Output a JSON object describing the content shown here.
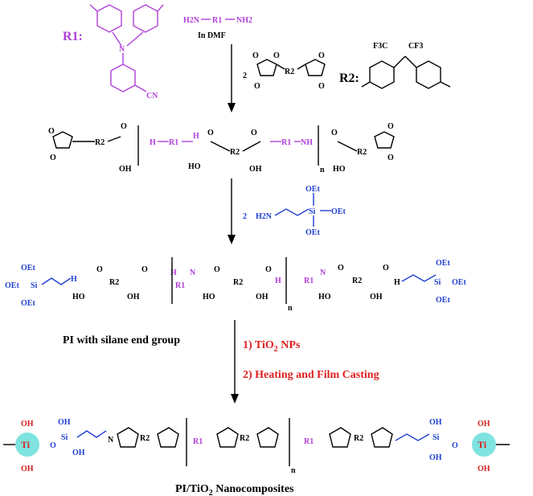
{
  "r1_label": "R1:",
  "r1_cn": "CN",
  "diamine": {
    "left": "H2N",
    "mid": "R1",
    "right": "NH2"
  },
  "solvent": "In DMF",
  "dianhydride_count": "2",
  "dianhydride_r2": "R2",
  "r2_label": "R2:",
  "r2_cf3_left": "F3C",
  "r2_cf3_right": "CF3",
  "silane_count": "2",
  "silane": {
    "amine": "H2N",
    "si": "Si",
    "oet": "OEt"
  },
  "stage2_caption": "PI with silane end group",
  "step1": {
    "text": "1) TiO",
    "sub": "2",
    "tail": " NPs"
  },
  "step2": "2) Heating and Film Casting",
  "final_caption": {
    "text": "PI/TiO",
    "sub": "2",
    "tail": " Nanocomposites"
  },
  "atoms": {
    "ti": "Ti",
    "oh": "OH",
    "o": "O",
    "n": "N",
    "nh": "NH",
    "h": "H",
    "oh_acid": "OH",
    "ho": "HO",
    "r1": "R1",
    "r2": "R2",
    "n_index": "n"
  }
}
